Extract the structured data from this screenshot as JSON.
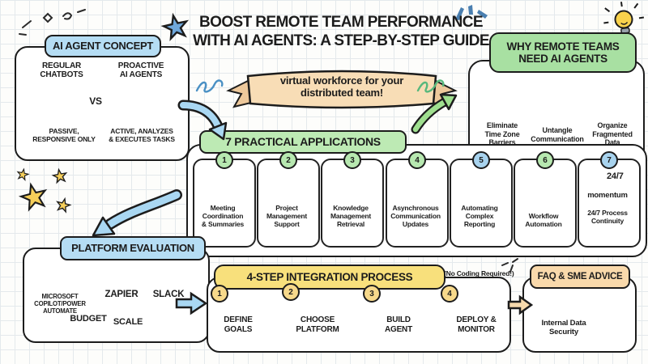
{
  "title": {
    "line1": "BOOST REMOTE TEAM PERFORMANCE",
    "line2": "WITH AI AGENTS: A STEP-BY-STEP GUIDE"
  },
  "banner": {
    "text": "virtual workforce for your\ndistributed team!"
  },
  "concept": {
    "header": "AI AGENT CONCEPT",
    "left_title": "REGULAR\nCHATBOTS",
    "right_title": "PROACTIVE\nAI AGENTS",
    "vs": "VS",
    "left_caption": "PASSIVE,\nRESPONSIVE ONLY",
    "right_caption": "ACTIVE, ANALYZES\n& EXECUTES TASKS"
  },
  "why": {
    "header": "WHY REMOTE TEAMS\nNEED AI AGENTS",
    "items": [
      {
        "icon": "timezone-clocks-icon",
        "label": "Eliminate\nTime Zone\nBarriers"
      },
      {
        "icon": "untangle-arrows-icon",
        "label": "Untangle\nCommunication"
      },
      {
        "icon": "folders-icon",
        "label": "Organize\nFragmented\nData"
      }
    ]
  },
  "apps": {
    "header": "7 PRACTICAL APPLICATIONS",
    "cards": [
      {
        "number": "1",
        "icon": "calendar-microphone-icon",
        "label": "Meeting\nCoordination\n& Summaries"
      },
      {
        "number": "2",
        "icon": "gantt-clipboard-icon",
        "label": "Project\nManagement\nSupport"
      },
      {
        "number": "3",
        "icon": "books-magnifier-icon",
        "label": "Knowledge\nManagement\nRetrieval"
      },
      {
        "number": "4",
        "icon": "mail-slack-icon",
        "label": "Asynchronous\nCommunication\nUpdates"
      },
      {
        "number": "5",
        "icon": "chart-funnel-icon",
        "label": "Automating\nComplex\nReporting"
      },
      {
        "number": "6",
        "icon": "gears-icon",
        "label": "Workflow\nAutomation"
      },
      {
        "number": "7",
        "icon": "clock-247-icon",
        "badge": "24/7",
        "badge_sub": "momentum",
        "label": "24/7 Process\nContinuity"
      }
    ]
  },
  "platform": {
    "header": "PLATFORM EVALUATION",
    "logos": [
      {
        "icon": "microsoft-copilot-logo",
        "label": "MICROSOFT\nCOPILOT/POWER\nAUTOMATE"
      },
      {
        "icon": "zapier-logo",
        "label": "ZAPIER"
      },
      {
        "icon": "slack-logo",
        "label": "SLACK"
      }
    ],
    "budget_label": "BUDGET",
    "scale_label": "SCALE"
  },
  "process": {
    "header": "4-STEP INTEGRATION PROCESS",
    "note": "(No Coding Required!)",
    "steps": [
      {
        "number": "1",
        "icon": "lightbulb-icon",
        "label": "DEFINE\nGOALS"
      },
      {
        "number": "2",
        "icon": "toolbox-icon",
        "label": "CHOOSE\nPLATFORM"
      },
      {
        "number": "3",
        "icon": "agent-nodes-icon",
        "label": "BUILD\nAGENT"
      },
      {
        "number": "4",
        "icon": "rocket-icon",
        "label": "DEPLOY &\nMONITOR"
      }
    ]
  },
  "faq": {
    "header": "FAQ & SME ADVICE",
    "label": "Internal Data\nSecurity"
  },
  "colors": {
    "header_blue": "#b5ddf4",
    "header_green": "#a8e0a2",
    "header_apps_green": "#bdeab4",
    "header_yellow": "#f8e07c",
    "header_peach": "#f9d9ab",
    "banner_peach": "#f8ddb6",
    "arrow_blue": "#a9d7f2",
    "arrow_green": "#a4e39c",
    "num_green": "#b7e8b0",
    "num_blue": "#a8d3ee",
    "num_yellow": "#f7d98b",
    "ink": "#1c1c1c"
  }
}
